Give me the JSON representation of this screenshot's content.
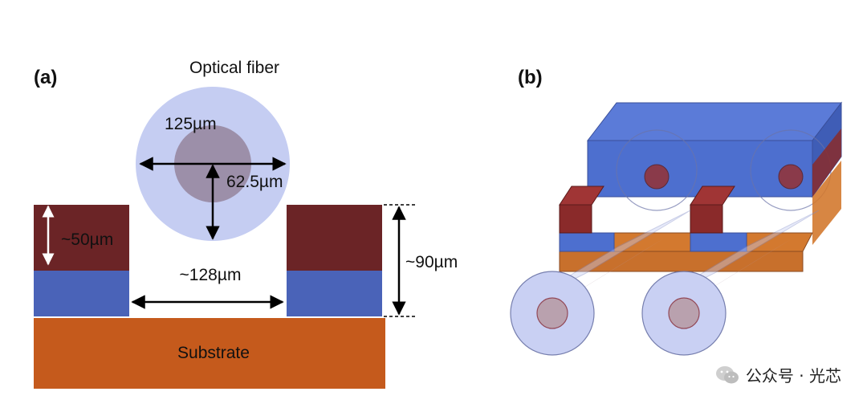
{
  "panel_a": {
    "letter": "(a)",
    "fiber_title": "Optical fiber",
    "cladding_dim": "125µm",
    "core_dim": "62.5µm",
    "layer_dim": "~50µm",
    "gap_dim": "~128µm",
    "height_dim": "~90µm",
    "substrate_label": "Substrate"
  },
  "panel_b": {
    "letter": "(b)"
  },
  "watermark": {
    "text": "公众号 · 光芯"
  },
  "colors": {
    "cladding": "#c5cdf2",
    "core": "#9c8fa9",
    "top_layer": "#6b2426",
    "mid_layer": "#4a63b8",
    "substrate": "#c55a1c",
    "block_blue": "#4d6fcf",
    "block_red": "#8a2a2a",
    "block_orange": "#d3792f"
  }
}
